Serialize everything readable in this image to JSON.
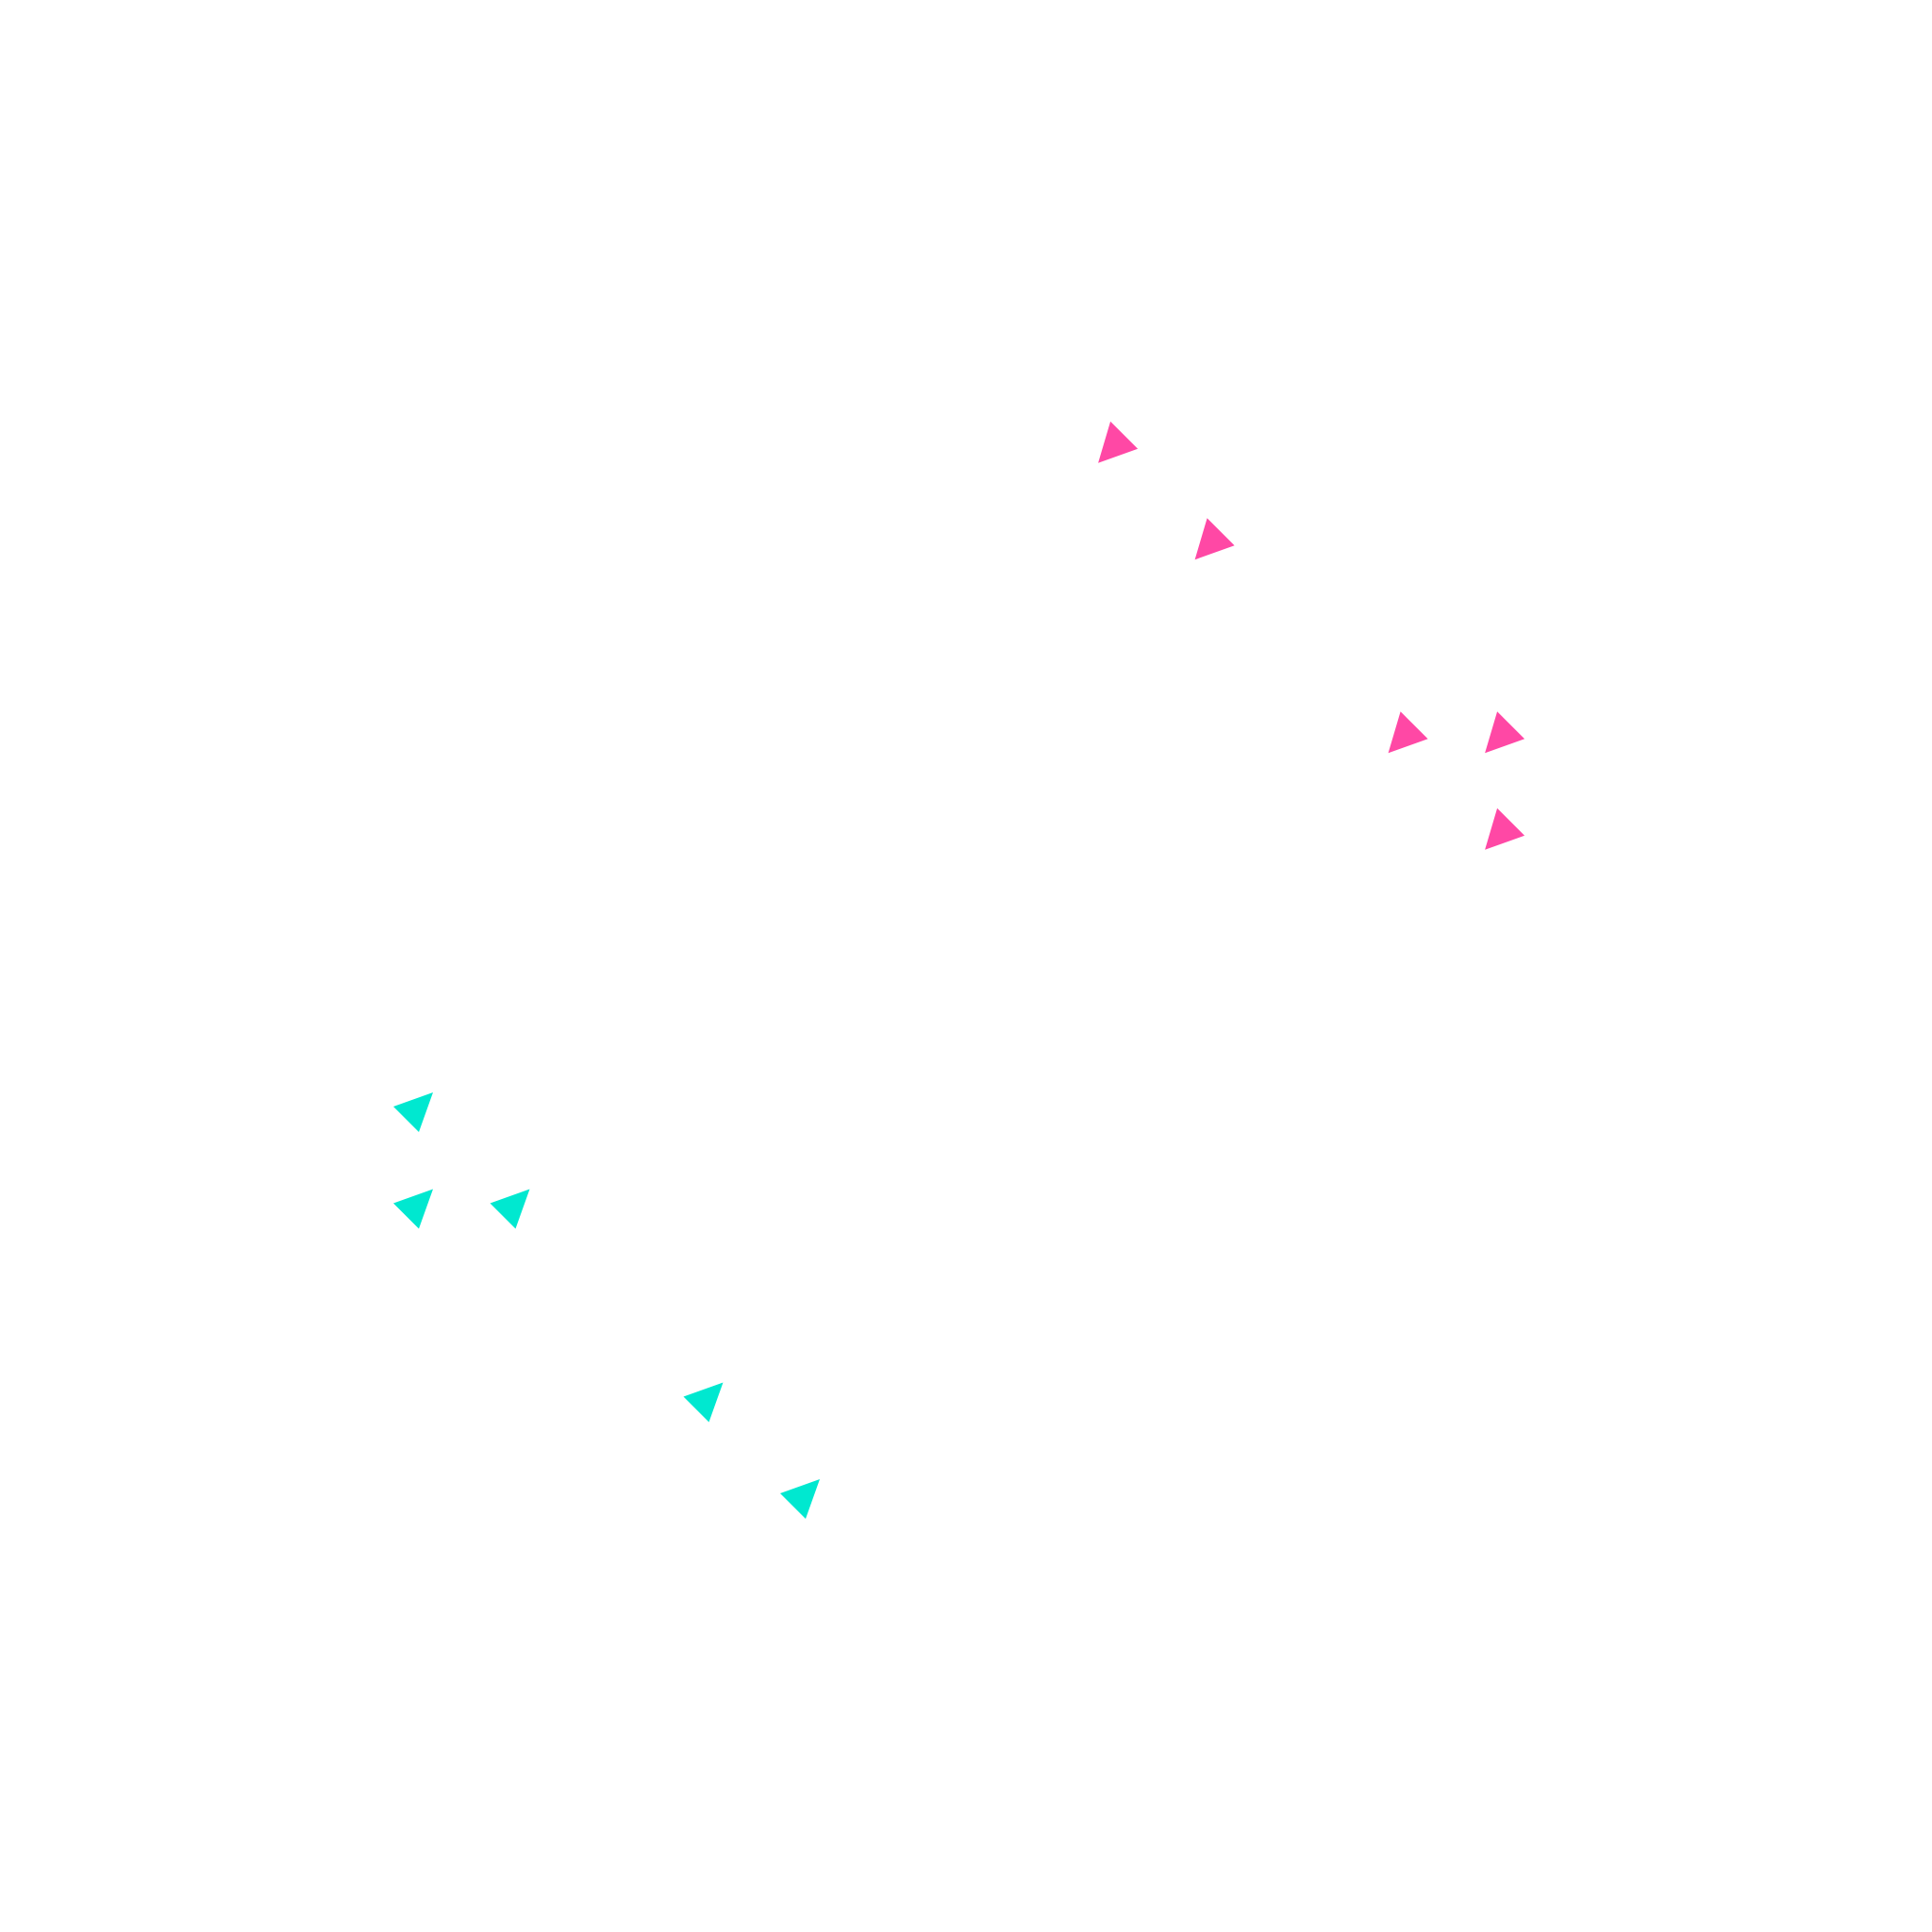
{
  "chart_data": {
    "type": "scatter",
    "title": "",
    "xlabel": "",
    "ylabel": "",
    "grid": false,
    "legend": "none",
    "series": [
      {
        "name": "pink",
        "color": "#ff48a5",
        "marker": "triangle",
        "points": [
          [
            7.24,
            6.89
          ],
          [
            8.24,
            5.89
          ],
          [
            10.24,
            3.89
          ],
          [
            11.24,
            3.89
          ],
          [
            11.24,
            2.89
          ]
        ]
      },
      {
        "name": "teal",
        "color": "#00e8d0",
        "marker": "triangle",
        "points": [
          [
            0,
            0
          ],
          [
            0,
            -1
          ],
          [
            1,
            -1
          ],
          [
            3,
            -3
          ],
          [
            4,
            -4
          ]
        ]
      }
    ]
  }
}
